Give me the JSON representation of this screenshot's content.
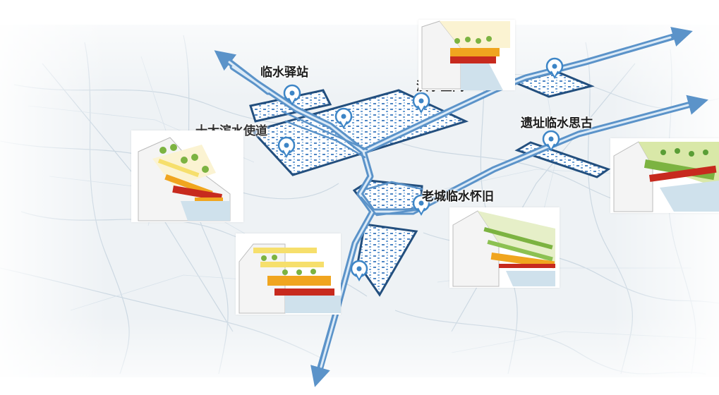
{
  "labels": {
    "station": "临水驿站",
    "water_space": "滨水空间",
    "site_history": "遗址临水思古",
    "old_town": "老城临水怀旧",
    "partial_label": "十大滨水使道"
  },
  "colors": {
    "route_outer": "#5b93c9",
    "route_inner": "#dbeaf7",
    "zone_border": "#234f7e",
    "zone_pattern": "#4f86c4",
    "pin": "#3d85c6",
    "map_street": "#c6d4df",
    "map_bg": "#eef2f5",
    "section_red": "#c72a1e",
    "section_orange": "#f0a51f",
    "section_yellow": "#f6df6c",
    "section_green": "#7cb341",
    "water": "#cfe1ec"
  },
  "icons": [
    "map-pin-icon",
    "route-arrow-icon"
  ]
}
